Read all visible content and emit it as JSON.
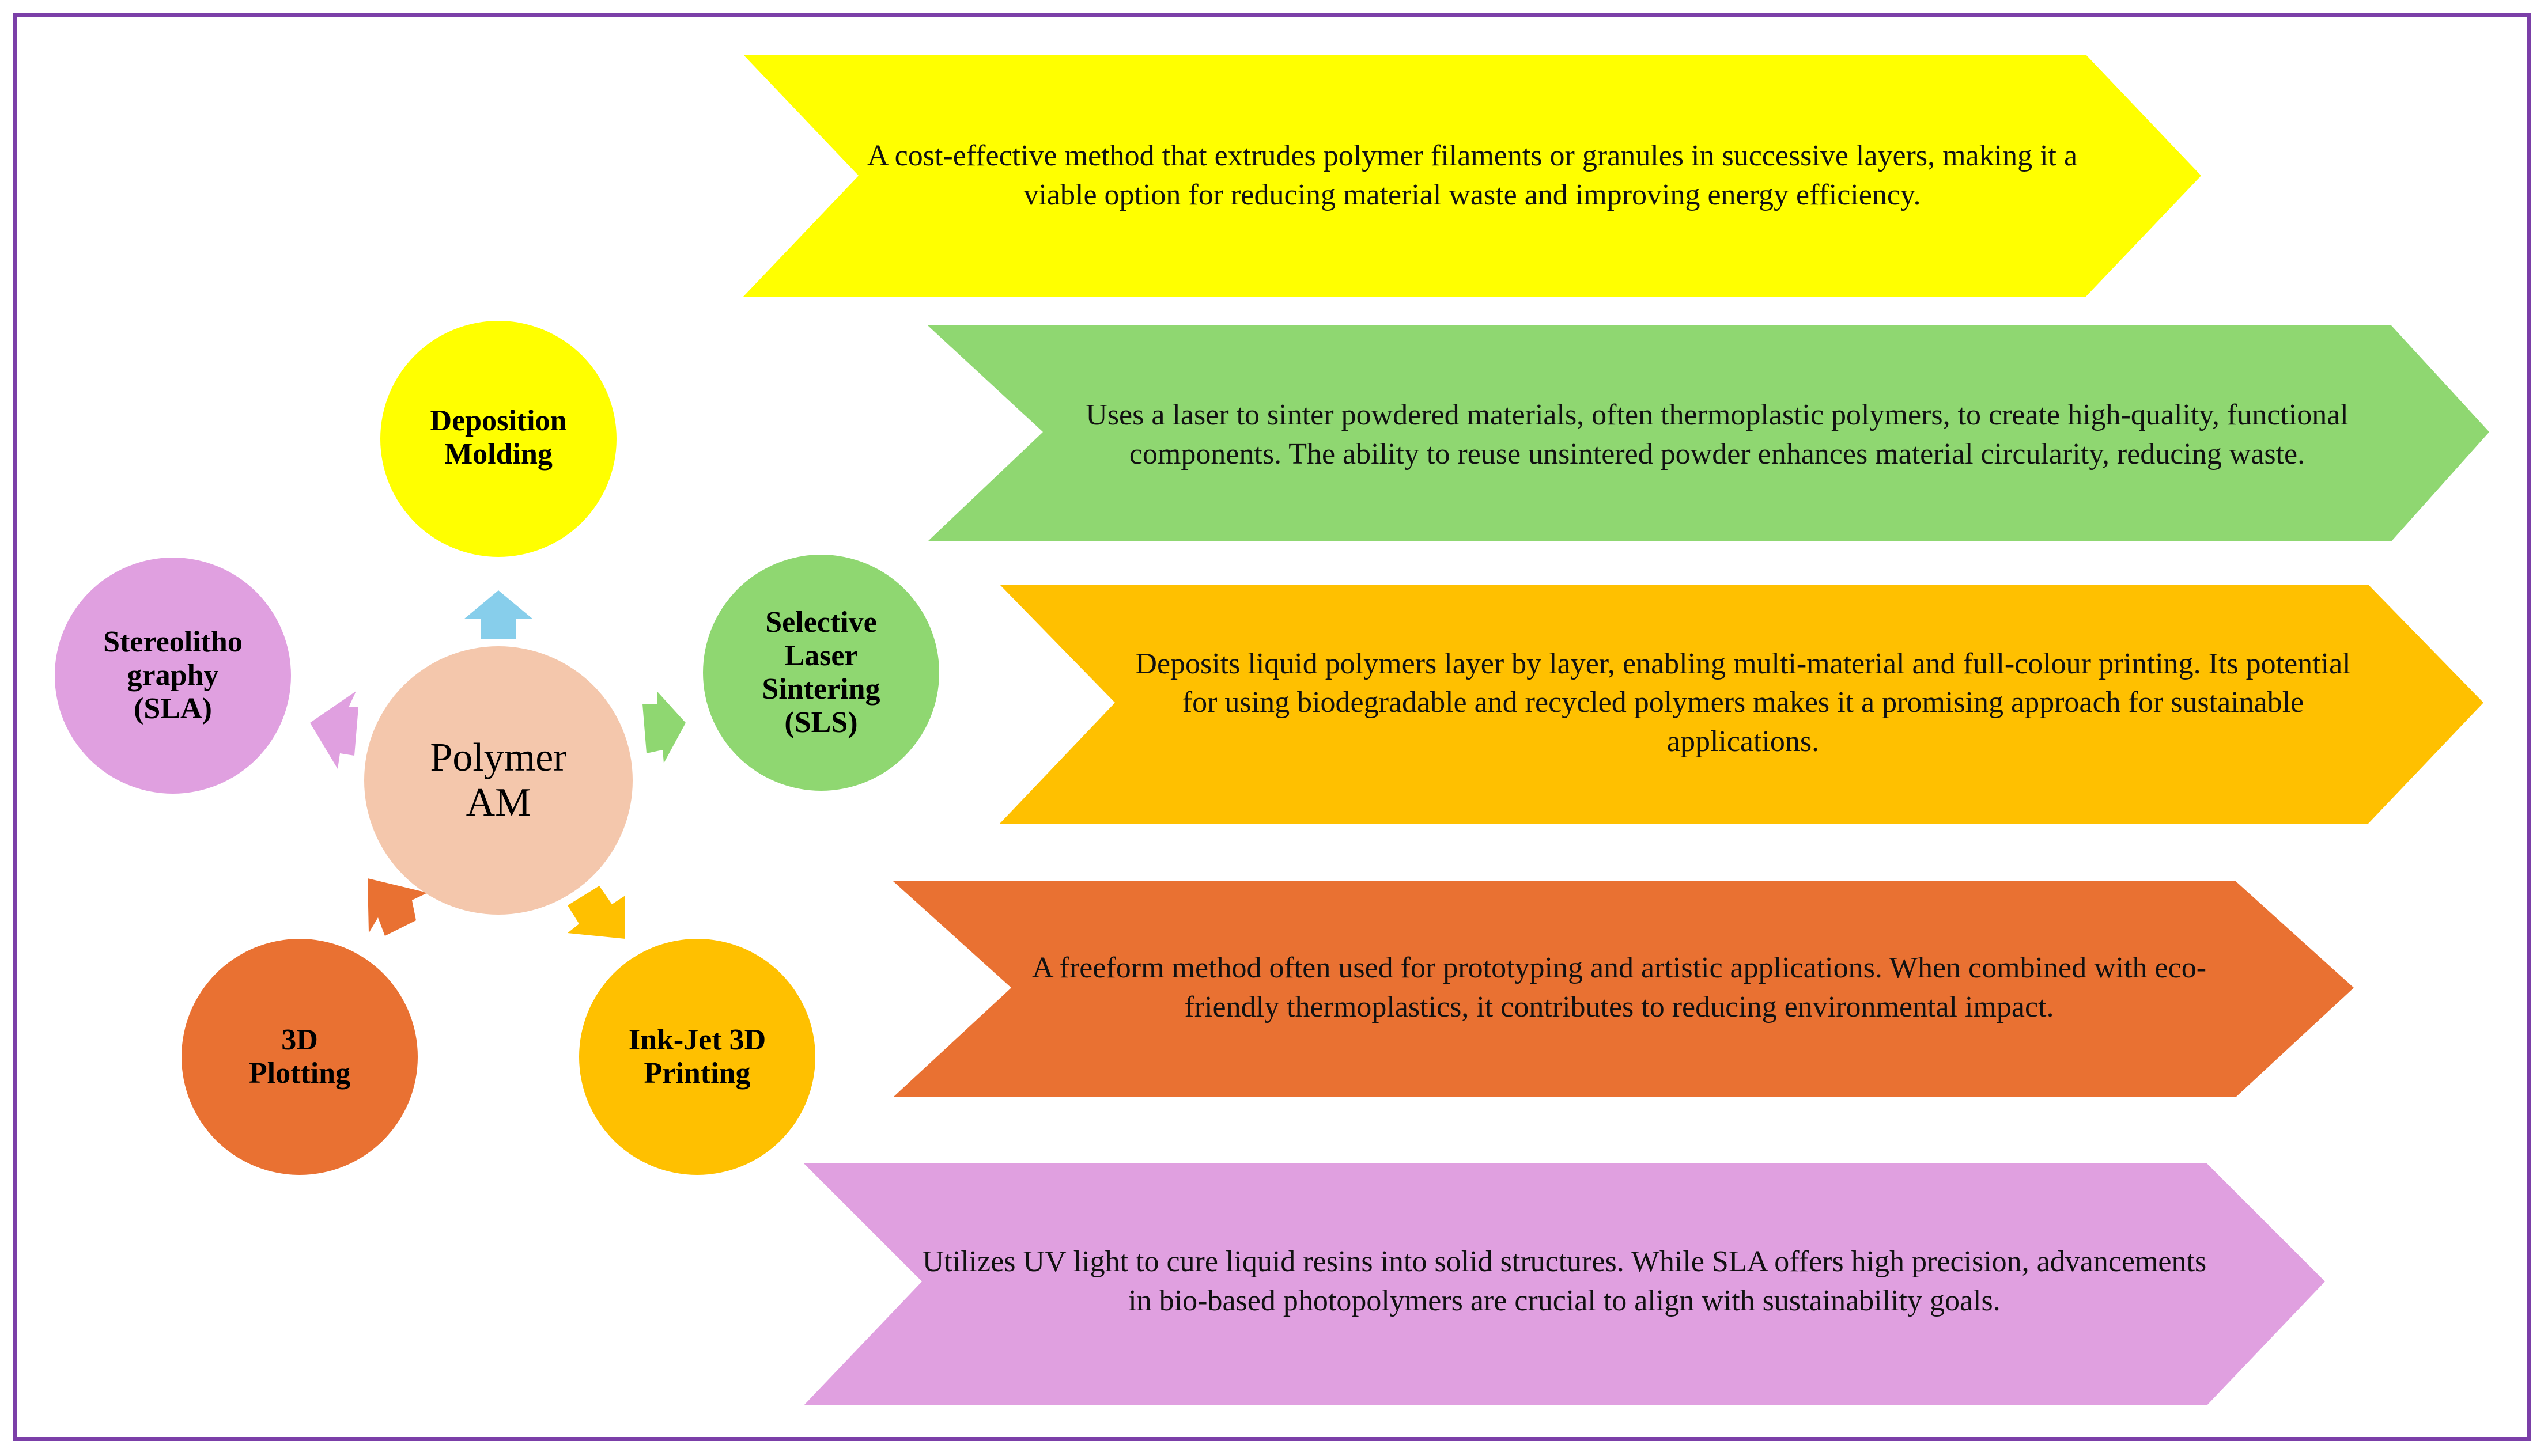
{
  "center": {
    "label_line1": "Polymer",
    "label_line2": "AM",
    "color": "#f4c7ac"
  },
  "methods": [
    {
      "id": "deposition-molding",
      "line1": "Deposition",
      "line2": "Molding",
      "line3": "",
      "line4": "",
      "color": "#ffff00"
    },
    {
      "id": "sls",
      "line1": "Selective",
      "line2": "Laser",
      "line3": "Sintering",
      "line4": "(SLS)",
      "color": "#8fd771"
    },
    {
      "id": "inkjet",
      "line1": "Ink-Jet 3D",
      "line2": "Printing",
      "line3": "",
      "line4": "",
      "color": "#ffc000"
    },
    {
      "id": "plotting",
      "line1": "3D",
      "line2": "Plotting",
      "line3": "",
      "line4": "",
      "color": "#e97132"
    },
    {
      "id": "sla",
      "line1": "Stereolitho",
      "line2": "graphy",
      "line3": "(SLA)",
      "line4": "",
      "color": "#e0a0e0"
    }
  ],
  "arrows": [
    {
      "id": "up",
      "color": "#87ceeb"
    },
    {
      "id": "right",
      "color": "#8fd771"
    },
    {
      "id": "down-right",
      "color": "#ffc000"
    },
    {
      "id": "down-left",
      "color": "#e97132"
    },
    {
      "id": "left",
      "color": "#e0a0e0"
    }
  ],
  "descriptions": [
    {
      "color": "#ffff00",
      "text": "A cost-effective method that extrudes polymer filaments or granules in successive layers, making it a viable option for reducing material waste and improving energy efficiency."
    },
    {
      "color": "#8fd771",
      "text": "Uses a laser to sinter powdered materials, often thermoplastic polymers, to create high-quality, functional components. The ability to reuse unsintered powder enhances material circularity, reducing waste."
    },
    {
      "color": "#ffc000",
      "text": "Deposits liquid polymers layer by layer, enabling multi-material and full-colour printing. Its potential for using biodegradable and recycled polymers makes it a promising approach for sustainable applications."
    },
    {
      "color": "#e97132",
      "text": "A freeform method often used for prototyping and artistic applications. When combined with eco-friendly thermoplastics, it contributes to reducing environmental impact."
    },
    {
      "color": "#e0a0e0",
      "text": "Utilizes UV light to cure liquid resins into solid structures. While SLA offers high precision, advancements in bio-based photopolymers are crucial to align with sustainability goals."
    }
  ]
}
